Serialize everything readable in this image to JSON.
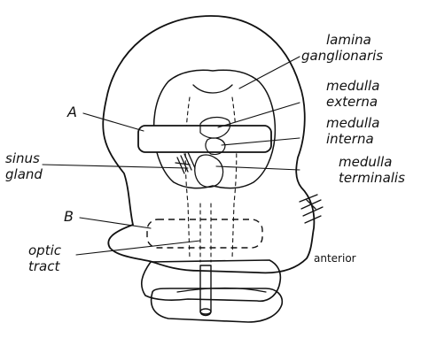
{
  "figure": {
    "labels": {
      "lamina_ganglionaris": [
        "lamina",
        "ganglionaris"
      ],
      "medulla_externa": [
        "medulla",
        "externa"
      ],
      "medulla_interna": [
        "medulla",
        "interna"
      ],
      "medulla_terminalis": [
        "medulla",
        "terminalis"
      ],
      "sinus_gland": [
        "sinus",
        "gland"
      ],
      "optic_tract": [
        "optic",
        "tract"
      ],
      "window_a": "A",
      "window_b": "B",
      "anterior": "anterior"
    },
    "colors": {
      "ink": "#111111",
      "background": "#ffffff",
      "stipple": "#2a2a2a"
    }
  }
}
